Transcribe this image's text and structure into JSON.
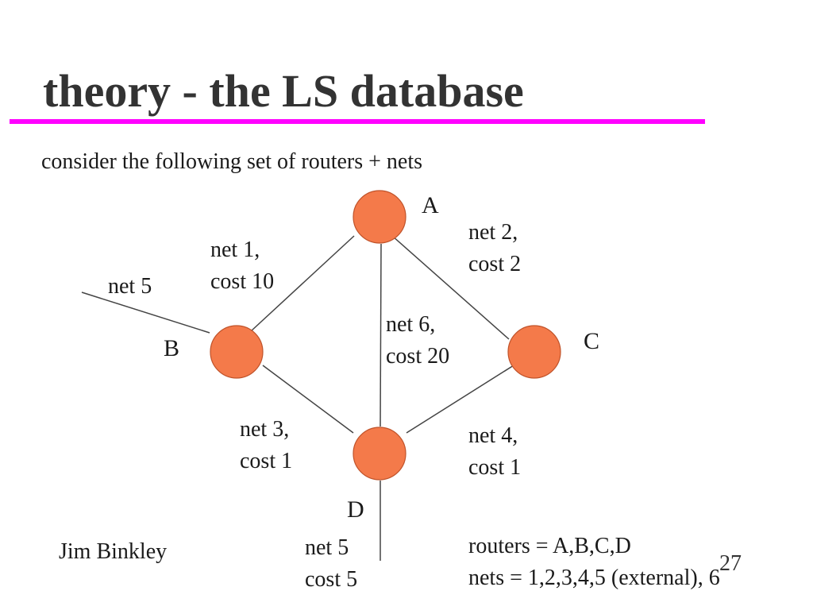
{
  "title": "theory - the LS database",
  "subtitle": "consider the following set of routers + nets",
  "colors": {
    "rule": "#ff00ff",
    "router_fill": "#f47a4a",
    "router_stroke": "#c0532a",
    "link": "#444444"
  },
  "routers": {
    "A": "A",
    "B": "B",
    "C": "C",
    "D": "D"
  },
  "nets": {
    "net1": {
      "line1": "net 1,",
      "line2": "cost 10"
    },
    "net2": {
      "line1": "net 2,",
      "line2": "cost 2"
    },
    "net3": {
      "line1": "net 3,",
      "line2": "cost 1"
    },
    "net4": {
      "line1": "net 4,",
      "line2": "cost 1"
    },
    "net5_b": "net 5",
    "net5_d": {
      "line1": "net 5",
      "line2": "cost 5"
    },
    "net6": {
      "line1": "net 6,",
      "line2": "cost 20"
    }
  },
  "summary": {
    "routers": "routers = A,B,C,D",
    "nets": "nets = 1,2,3,4,5 (external), 6"
  },
  "footer": {
    "author": "Jim Binkley",
    "page": "27"
  }
}
